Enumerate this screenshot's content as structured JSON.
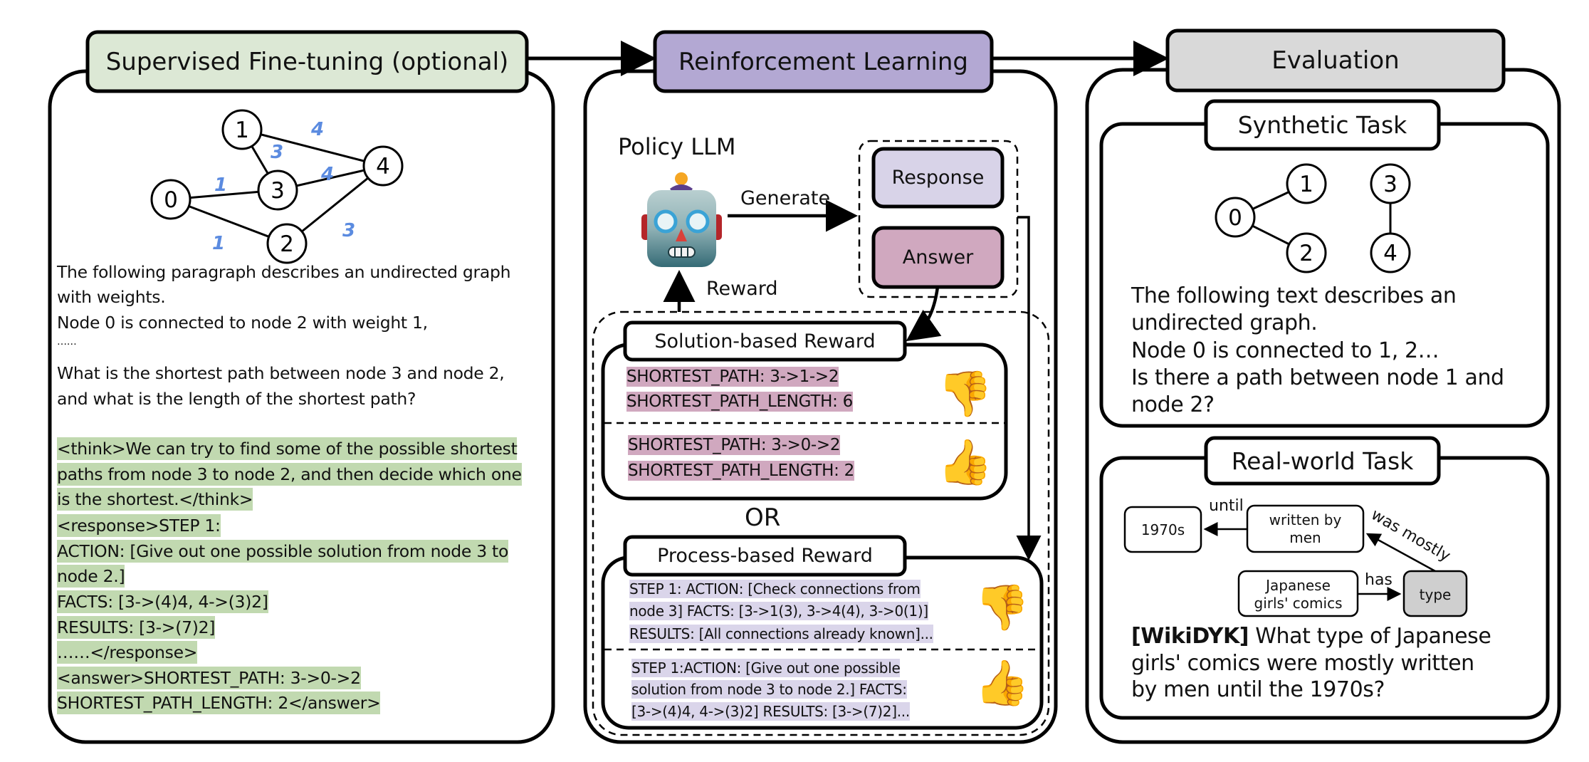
{
  "stages": {
    "sft": {
      "title": "Supervised Fine-tuning (optional)",
      "header_color": "#dce8d5",
      "graph": {
        "nodes": [
          "0",
          "1",
          "2",
          "3",
          "4"
        ],
        "edges": [
          {
            "from": "0",
            "to": "3",
            "weight": "1"
          },
          {
            "from": "0",
            "to": "2",
            "weight": "1"
          },
          {
            "from": "1",
            "to": "3",
            "weight": "3"
          },
          {
            "from": "1",
            "to": "4",
            "weight": "4"
          },
          {
            "from": "3",
            "to": "4",
            "weight": "4"
          },
          {
            "from": "2",
            "to": "4",
            "weight": "3"
          }
        ],
        "weight_color": "#5b8be0"
      },
      "prompt_lines": [
        "The following paragraph describes an undirected graph",
        "with weights.",
        "Node 0 is connected to node 2 with weight 1,",
        "……",
        "What is the shortest path between node 3 and node 2,",
        "and what is the length of the shortest path?"
      ],
      "output_color": "#c1d9b0",
      "output_lines": [
        "<think>We can try to find some of the possible shortest",
        "paths from node 3 to node 2, and then decide which one",
        "is the shortest.</think>",
        "<response>STEP 1:",
        "ACTION: [Give out one possible solution from node 3 to",
        "node 2.]",
        "FACTS: [3->(4)4, 4->(3)2]",
        "RESULTS: [3->(7)2]",
        "……</response>",
        "<answer>SHORTEST_PATH: 3->0->2",
        "SHORTEST_PATH_LENGTH: 2</answer>"
      ]
    },
    "rl": {
      "title": "Reinforcement Learning",
      "header_color": "#b3a8d3",
      "policy_label": "Policy LLM",
      "policy_icon": "robot-icon",
      "generate_label": "Generate",
      "reward_label": "Reward",
      "response_label": "Response",
      "response_color": "#d8d3e8",
      "answer_label": "Answer",
      "answer_color": "#d0a8bf",
      "or_label": "OR",
      "solution_reward": {
        "title": "Solution-based Reward",
        "highlight_color": "#d0a8bf",
        "examples": [
          {
            "lines": [
              "SHORTEST_PATH: 3->1->2",
              "SHORTEST_PATH_LENGTH: 6"
            ],
            "verdict": "thumbs-down"
          },
          {
            "lines": [
              "SHORTEST_PATH: 3->0->2",
              "SHORTEST_PATH_LENGTH: 2"
            ],
            "verdict": "thumbs-up"
          }
        ]
      },
      "process_reward": {
        "title": "Process-based Reward",
        "highlight_color": "#dad5ea",
        "examples": [
          {
            "lines": [
              "STEP 1: ACTION: [Check connections from",
              "node 3] FACTS: [3->1(3), 3->4(4), 3->0(1)]",
              "RESULTS: [All connections already known]..."
            ],
            "verdict": "thumbs-down"
          },
          {
            "lines": [
              "STEP 1:ACTION: [Give out one possible",
              "solution from node 3 to node 2.] FACTS:",
              "[3->(4)4, 4->(3)2] RESULTS: [3->(7)2]..."
            ],
            "verdict": "thumbs-up"
          }
        ]
      }
    },
    "eval": {
      "title": "Evaluation",
      "header_color": "#d9d9d9",
      "synthetic": {
        "title": "Synthetic Task",
        "graph": {
          "nodes": [
            "0",
            "1",
            "2",
            "3",
            "4"
          ],
          "edges": [
            {
              "from": "0",
              "to": "1"
            },
            {
              "from": "0",
              "to": "2"
            },
            {
              "from": "3",
              "to": "4"
            }
          ]
        },
        "lines": [
          "The following text describes an",
          "undirected graph.",
          "Node 0 is connected to 1, 2…",
          "Is there a path between node 1 and",
          "node 2?"
        ]
      },
      "realworld": {
        "title": "Real-world Task",
        "kg": {
          "nodes": {
            "n1970s": "1970s",
            "written_l1": "written by",
            "written_l2": "men",
            "japanese_l1": "Japanese",
            "japanese_l2": "girls' comics",
            "type": "type"
          },
          "edges": {
            "until": "until",
            "was_mostly": "was mostly",
            "has": "has"
          },
          "type_color": "#cfcfcf"
        },
        "tag": "[WikiDYK]",
        "question_lines": [
          " What type of Japanese",
          "girls' comics were mostly written",
          "by men until the 1970s?"
        ]
      }
    }
  }
}
